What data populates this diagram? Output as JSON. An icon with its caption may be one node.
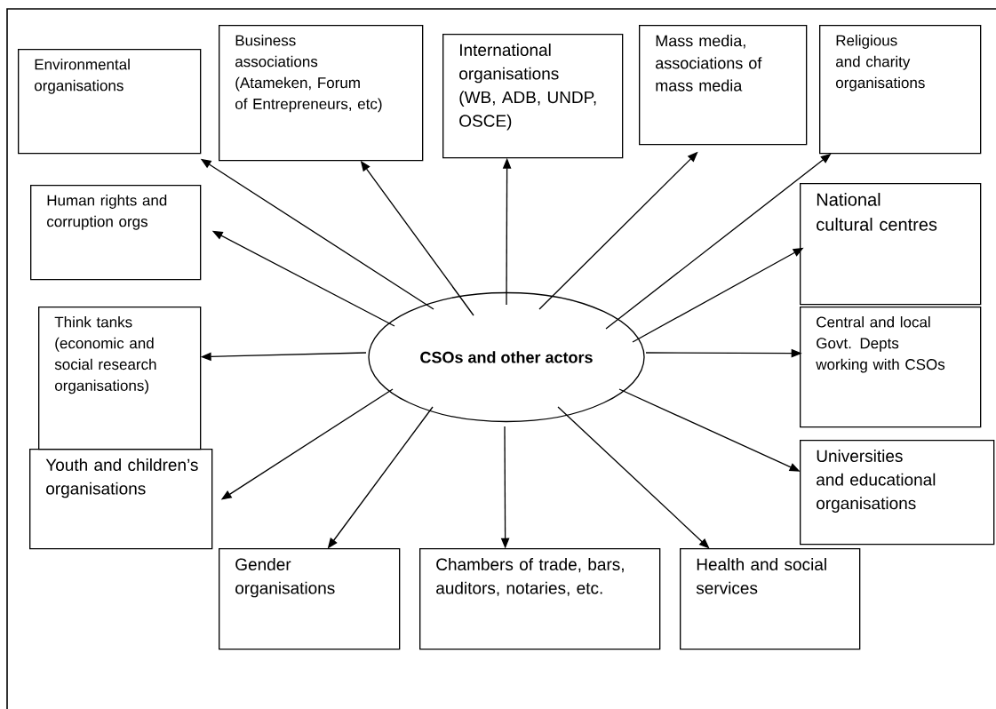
{
  "diagram": {
    "nodes": [
      {
        "text": [
          "CSOs and other actors"
        ]
      },
      {
        "text": [
          "Environmental organisations"
        ]
      },
      {
        "text": [
          "Business associations (Atameken, Forum of Entrepreneurs, etc)"
        ]
      },
      {
        "text": [
          "International organisations (WB, ADB, UNDP, OSCE)"
        ]
      },
      {
        "text": [
          "Mass media, associations of mass media"
        ]
      },
      {
        "text": [
          "Religious and charity organisations"
        ]
      },
      {
        "text": [
          "Human rights and corruption orgs"
        ]
      },
      {
        "text": [
          "National cultural centres"
        ]
      },
      {
        "text": [
          "Think tanks (economic and social research organisations)"
        ]
      },
      {
        "text": [
          "Central and local Govt. Depts working with CSOs"
        ]
      },
      {
        "text": [
          "Youth and children’s organisations"
        ]
      },
      {
        "text": [
          "Universities and educational organisations"
        ]
      },
      {
        "text": [
          "Gender organisations"
        ]
      },
      {
        "text": [
          "Chambers of trade, bars, auditors, notaries, etc."
        ]
      },
      {
        "text": [
          "Health and social services"
        ]
      }
    ],
    "edges": [
      {
        "from": 0,
        "to": 1,
        "arrow": "to"
      },
      {
        "from": 0,
        "to": 2,
        "arrow": "to"
      },
      {
        "from": 0,
        "to": 3,
        "arrow": "to"
      },
      {
        "from": 0,
        "to": 4,
        "arrow": "to"
      },
      {
        "from": 0,
        "to": 5,
        "arrow": "to"
      },
      {
        "from": 0,
        "to": 6,
        "arrow": "to"
      },
      {
        "from": 0,
        "to": 7,
        "arrow": "to"
      },
      {
        "from": 0,
        "to": 8,
        "arrow": "to"
      },
      {
        "from": 0,
        "to": 9,
        "arrow": "to"
      },
      {
        "from": 0,
        "to": 10,
        "arrow": "to"
      },
      {
        "from": 0,
        "to": 11,
        "arrow": "to"
      },
      {
        "from": 0,
        "to": 12,
        "arrow": "to"
      },
      {
        "from": 0,
        "to": 13,
        "arrow": "to"
      },
      {
        "from": 0,
        "to": 14,
        "arrow": "to"
      }
    ]
  }
}
